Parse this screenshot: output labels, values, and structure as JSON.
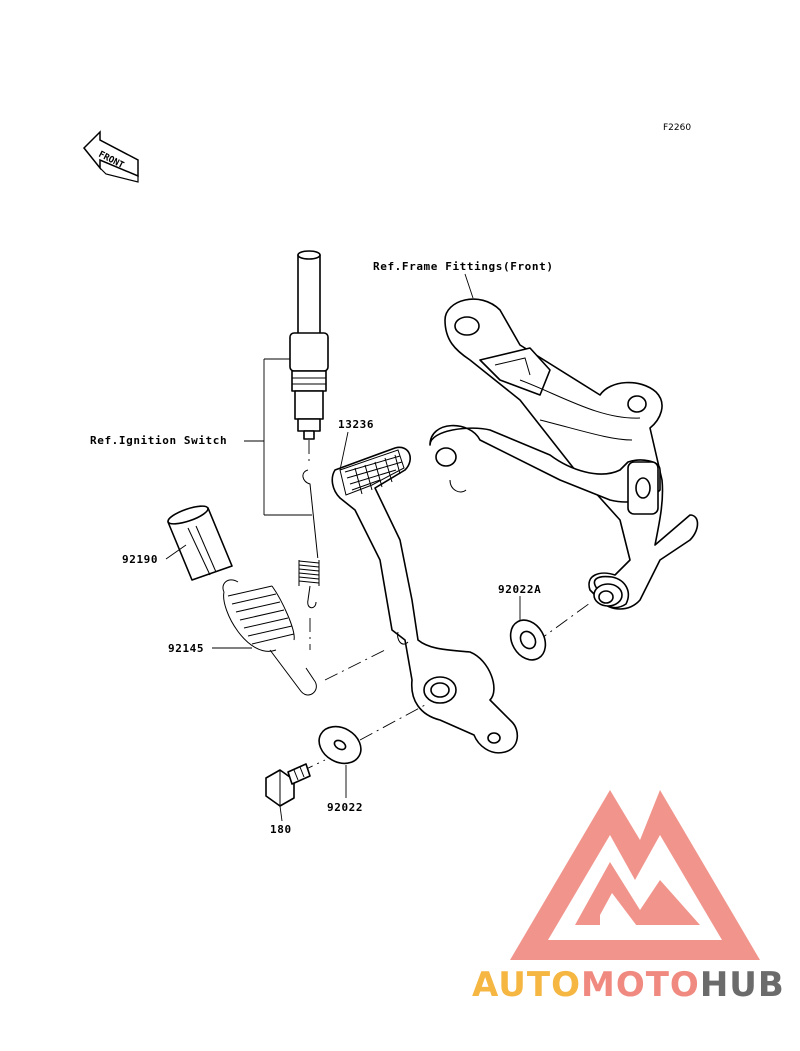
{
  "diagram": {
    "figure_code": "F2260",
    "front_label": "FRONT",
    "labels": {
      "frame_ref": "Ref.Frame Fittings(Front)",
      "ignition_ref": "Ref.Ignition Switch",
      "part_13236": "13236",
      "part_92190": "92190",
      "part_92145": "92145",
      "part_92022A": "92022A",
      "part_92022": "92022",
      "part_180": "180"
    }
  },
  "watermark": {
    "brand_part1": "AUTO",
    "brand_part2": "MOTO",
    "brand_part3": "HUB",
    "colors": {
      "auto": "#f5b642",
      "moto": "#f08a80",
      "hub": "#6b6b6b",
      "logo": "#f08a80"
    }
  }
}
